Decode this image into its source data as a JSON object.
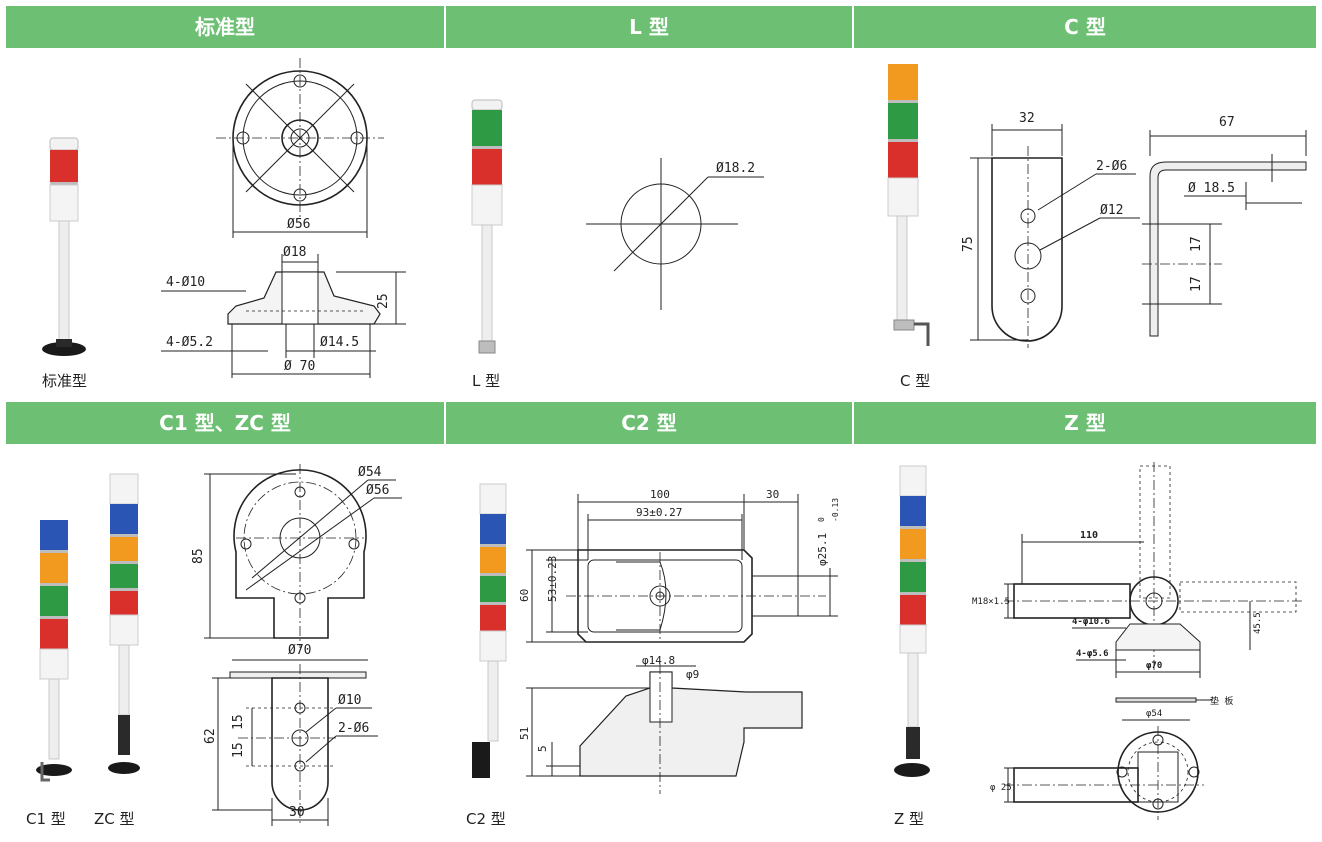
{
  "panels": {
    "standard": {
      "title": "标准型",
      "caption": "标准型",
      "dims": {
        "d56": "Ø56",
        "d18": "Ø18",
        "holes10": "4-Ø10",
        "h25": "25",
        "holes52": "4-Ø5.2",
        "d145": "Ø14.5",
        "d70": "Ø 70"
      }
    },
    "l": {
      "title": "L 型",
      "caption": "L 型",
      "dims": {
        "d182": "Ø18.2"
      }
    },
    "c": {
      "title": "C 型",
      "caption": "C 型",
      "dims": {
        "w32": "32",
        "holes6": "2-Ø6",
        "d12": "Ø12",
        "h75": "75",
        "w67": "67",
        "d185": "Ø 18.5",
        "h17a": "17",
        "h17b": "17"
      }
    },
    "c1": {
      "title": "C1 型、ZC 型",
      "caption1": "C1 型",
      "caption2": "ZC 型",
      "dims": {
        "d54": "Ø54",
        "d56": "Ø56",
        "h85": "85",
        "d70": "Ø70",
        "d10": "Ø10",
        "holes6": "2-Ø6",
        "h62": "62",
        "h15a": "15",
        "h15b": "15",
        "w30": "30"
      }
    },
    "c2": {
      "title": "C2 型",
      "caption": "C2 型",
      "dims": {
        "w100": "100",
        "w30": "30",
        "w93": "93±0.27",
        "d251": "φ25.1",
        "tol_up": "0",
        "tol_dn": "-0.13",
        "h60": "60",
        "h53": "53±0.23",
        "d148": "φ14.8",
        "d9": "φ9",
        "h51": "51",
        "h5": "5"
      }
    },
    "z": {
      "title": "Z 型",
      "caption": "Z 型",
      "dims": {
        "w110": "110",
        "m18": "M18×1.5",
        "h455": "45.5",
        "holes106": "4-φ10.6",
        "holes56": "4-φ5.6",
        "d70": "φ70",
        "pad": "垫 板",
        "d54": "φ54",
        "d25": "φ 25"
      }
    }
  },
  "colors": {
    "header": "#6cbf73",
    "red": "#d9302c",
    "green": "#2e9a44",
    "orange": "#f29a1f",
    "blue": "#2b55b5"
  }
}
